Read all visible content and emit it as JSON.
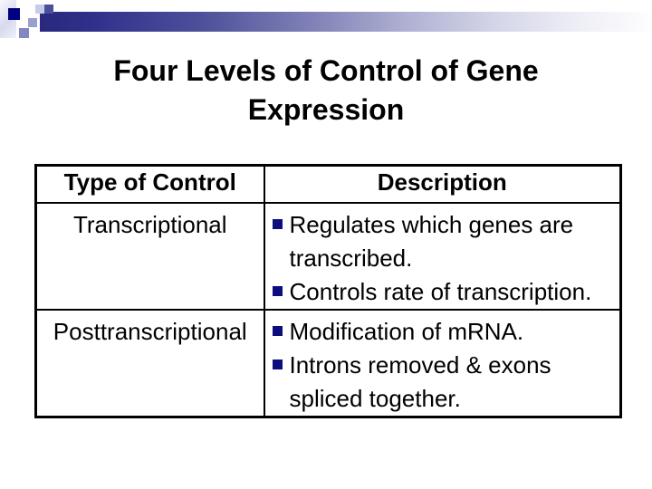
{
  "title": "Four Levels of Control of Gene Expression",
  "decor": {
    "bar_gradient_start": "#28287e",
    "bar_gradient_end": "#ffffff",
    "pixel_square_colors": [
      "#000085",
      "#c7cbe8",
      "#4b4f9a",
      "#9aa0cd",
      "#8287c0"
    ],
    "bullet_color": "#0d0d7e"
  },
  "table": {
    "headers": [
      "Type of Control",
      "Description"
    ],
    "rows": [
      {
        "type": "Transcriptional",
        "bullets": [
          "Regulates which genes are transcribed.",
          "Controls rate of transcription."
        ]
      },
      {
        "type": "Posttranscriptional",
        "bullets": [
          "Modification of mRNA.",
          "Introns removed & exons spliced together."
        ]
      }
    ]
  }
}
